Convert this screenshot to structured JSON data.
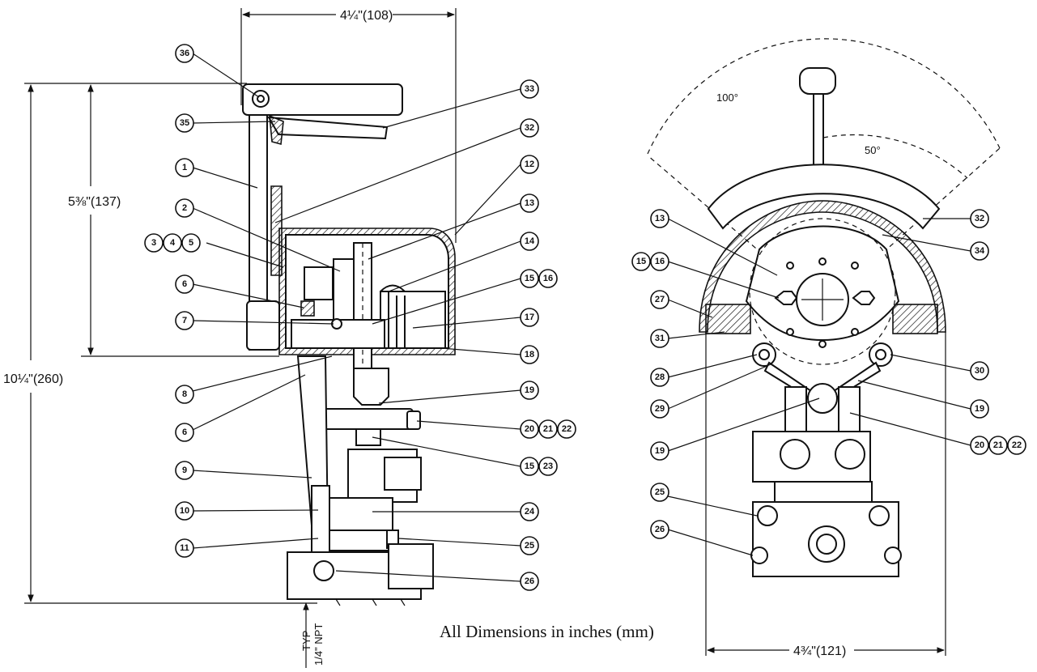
{
  "caption": "All Dimensions in inches (mm)",
  "dimensions": {
    "left_top_width": "4¼\"(108)",
    "left_height_upper": "5⅜\"(137)",
    "left_height_total": "10¼\"(260)",
    "npt_note_line1": "1/4\" NPT",
    "npt_note_line2": "TYP",
    "right_bottom_width": "4¾\"(121)",
    "angle_total": "100°",
    "angle_half": "50°"
  },
  "left_view_callouts": [
    "36",
    "35",
    "1",
    "2",
    "3",
    "4",
    "5",
    "6",
    "7",
    "8",
    "6",
    "9",
    "10",
    "11",
    "33",
    "32",
    "12",
    "13",
    "14",
    "15",
    "16",
    "17",
    "18",
    "19",
    "20",
    "21",
    "22",
    "15",
    "23",
    "24",
    "25",
    "26"
  ],
  "right_view_callouts": [
    "13",
    "15",
    "16",
    "27",
    "31",
    "28",
    "29",
    "19",
    "25",
    "26",
    "32",
    "34",
    "30",
    "19",
    "20",
    "21",
    "22"
  ]
}
